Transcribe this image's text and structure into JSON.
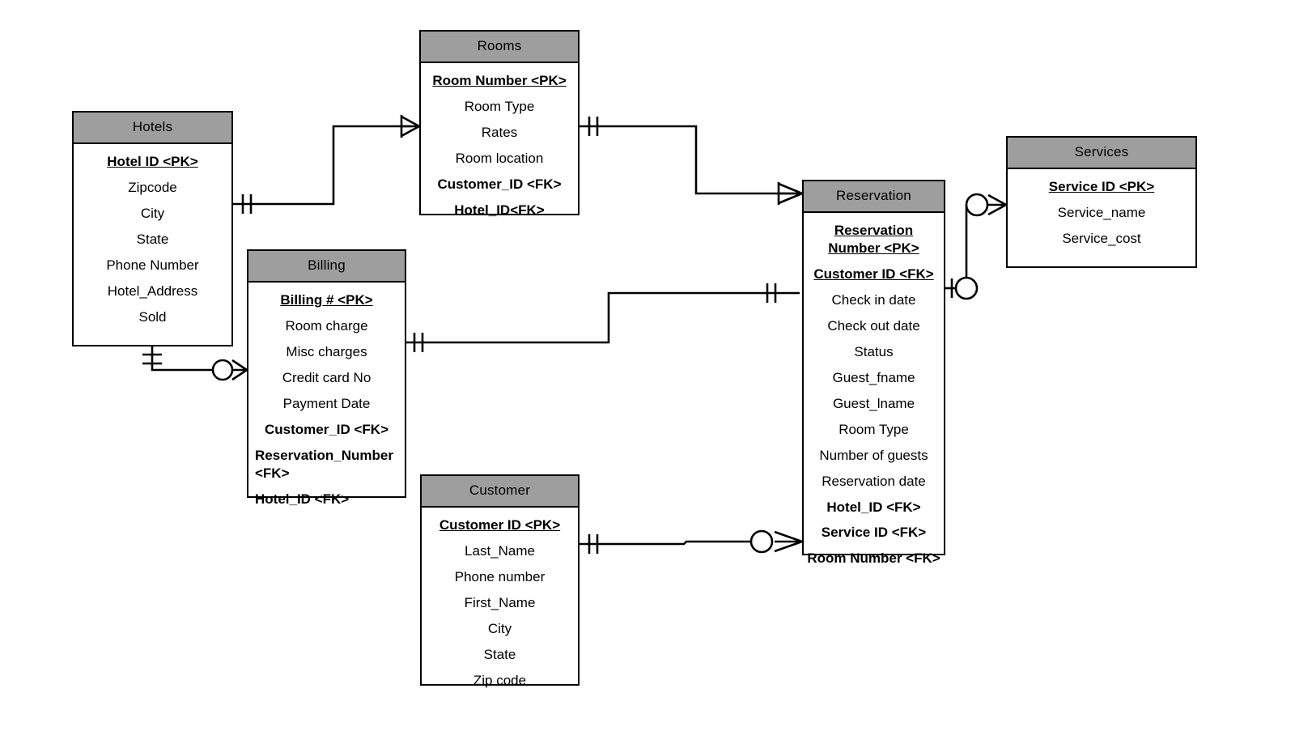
{
  "diagram": {
    "title": "Hotel Reservation ER Diagram",
    "notation": "crows-foot",
    "colors": {
      "header_fill": "#9e9e9e",
      "body_fill": "#ffffff",
      "line": "#000000",
      "text": "#000000"
    }
  },
  "entities": [
    {
      "id": "hotels",
      "name": "Hotels",
      "attributes": [
        {
          "label": "Hotel ID <PK>",
          "kind": "pk"
        },
        {
          "label": "Zipcode",
          "kind": "plain"
        },
        {
          "label": "City",
          "kind": "plain"
        },
        {
          "label": "State",
          "kind": "plain"
        },
        {
          "label": "Phone Number",
          "kind": "plain"
        },
        {
          "label": "Hotel_Address",
          "kind": "plain"
        },
        {
          "label": "Sold",
          "kind": "plain"
        }
      ]
    },
    {
      "id": "rooms",
      "name": "Rooms",
      "attributes": [
        {
          "label": "Room Number <PK>",
          "kind": "pk"
        },
        {
          "label": "Room Type",
          "kind": "plain"
        },
        {
          "label": "Rates",
          "kind": "plain"
        },
        {
          "label": "Room location",
          "kind": "plain"
        },
        {
          "label": "Customer_ID <FK>",
          "kind": "fk"
        },
        {
          "label": "Hotel_ID<FK>",
          "kind": "fk"
        }
      ]
    },
    {
      "id": "billing",
      "name": "Billing",
      "attributes": [
        {
          "label": "Billing # <PK>",
          "kind": "pk"
        },
        {
          "label": "Room charge",
          "kind": "plain"
        },
        {
          "label": "Misc charges",
          "kind": "plain"
        },
        {
          "label": "Credit card No",
          "kind": "plain"
        },
        {
          "label": "Payment Date",
          "kind": "plain"
        },
        {
          "label": "Customer_ID <FK>",
          "kind": "fk"
        },
        {
          "label": "Reservation_Number <FK>",
          "kind": "fk-left"
        },
        {
          "label": "Hotel_ID <FK>",
          "kind": "fk-left"
        }
      ]
    },
    {
      "id": "reservation",
      "name": "Reservation",
      "attributes": [
        {
          "label": "Reservation Number <PK>",
          "kind": "pk"
        },
        {
          "label": "Customer  ID <FK>",
          "kind": "fkpk"
        },
        {
          "label": "Check in date",
          "kind": "plain"
        },
        {
          "label": "Check out date",
          "kind": "plain"
        },
        {
          "label": "Status",
          "kind": "plain"
        },
        {
          "label": "Guest_fname",
          "kind": "plain"
        },
        {
          "label": "Guest_lname",
          "kind": "plain"
        },
        {
          "label": "Room Type",
          "kind": "plain"
        },
        {
          "label": "Number of guests",
          "kind": "plain"
        },
        {
          "label": "Reservation date",
          "kind": "plain"
        },
        {
          "label": "Hotel_ID <FK>",
          "kind": "fk"
        },
        {
          "label": "Service ID <FK>",
          "kind": "fk"
        },
        {
          "label": "Room Number <FK>",
          "kind": "fk"
        }
      ]
    },
    {
      "id": "services",
      "name": "Services",
      "attributes": [
        {
          "label": "Service  ID <PK>",
          "kind": "pk"
        },
        {
          "label": "Service_name",
          "kind": "plain"
        },
        {
          "label": "Service_cost",
          "kind": "plain"
        }
      ]
    },
    {
      "id": "customer",
      "name": "Customer",
      "attributes": [
        {
          "label": "Customer  ID <PK>",
          "kind": "pk"
        },
        {
          "label": "Last_Name",
          "kind": "plain"
        },
        {
          "label": "Phone number",
          "kind": "plain"
        },
        {
          "label": "First_Name",
          "kind": "plain"
        },
        {
          "label": "City",
          "kind": "plain"
        },
        {
          "label": "State",
          "kind": "plain"
        },
        {
          "label": "Zip code",
          "kind": "plain"
        }
      ]
    }
  ],
  "relationships": [
    {
      "id": "hotels-rooms",
      "from": "hotels",
      "to": "rooms",
      "from_card": "one-and-only-one",
      "to_card": "many"
    },
    {
      "id": "rooms-reservation",
      "from": "rooms",
      "to": "reservation",
      "from_card": "one-and-only-one",
      "to_card": "many"
    },
    {
      "id": "hotels-billing",
      "from": "hotels",
      "to": "billing",
      "from_card": "one-and-only-one",
      "to_card": "zero-or-many"
    },
    {
      "id": "billing-reservation",
      "from": "billing",
      "to": "reservation",
      "from_card": "one-and-only-one",
      "to_card": "one-and-only-one"
    },
    {
      "id": "customer-reservation",
      "from": "customer",
      "to": "reservation",
      "from_card": "one-and-only-one",
      "to_card": "zero-or-many"
    },
    {
      "id": "reservation-services",
      "from": "reservation",
      "to": "services",
      "from_card": "zero-or-one",
      "to_card": "zero-or-many"
    }
  ]
}
